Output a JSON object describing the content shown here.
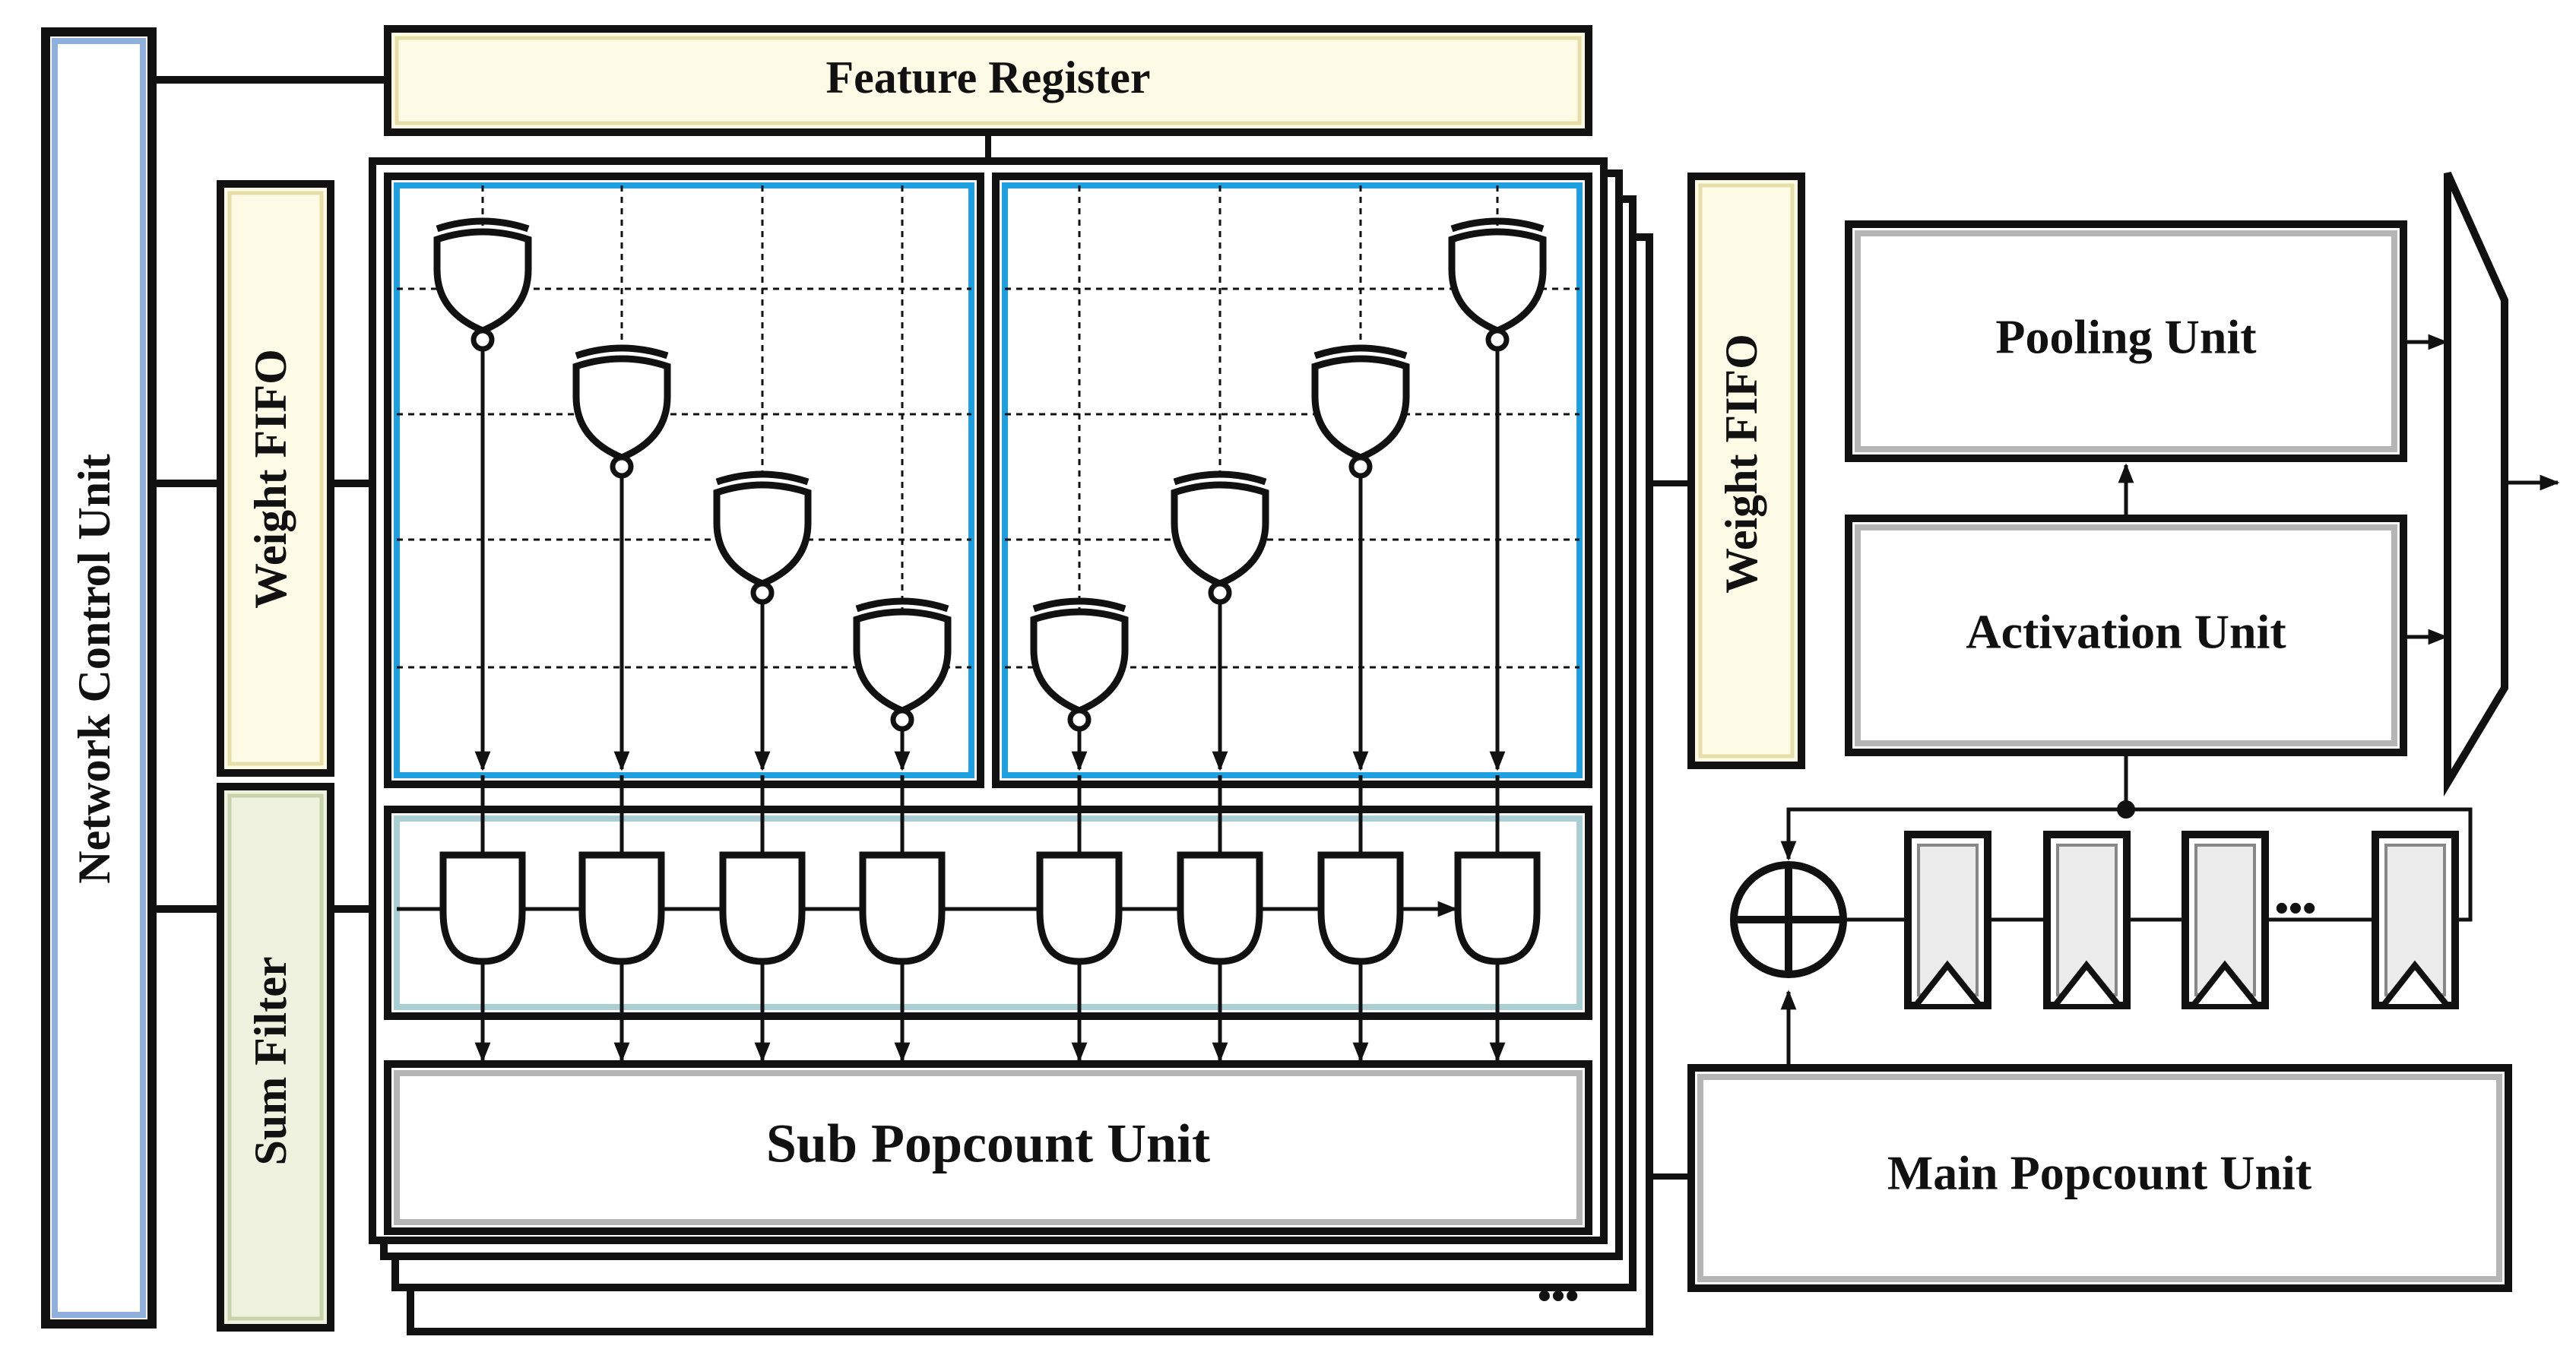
{
  "labels": {
    "network_control_unit": "Network Control Unit",
    "feature_register": "Feature Register",
    "weight_fifo_left": "Weight FIFO",
    "weight_fifo_right": "Weight FIFO",
    "sum_filter": "Sum Filter",
    "sub_popcount_unit": "Sub Popcount Unit",
    "main_popcount_unit": "Main Popcount Unit",
    "pooling_unit": "Pooling Unit",
    "activation_unit": "Activation Unit",
    "stack_ellipsis": "•••",
    "shift_ellipsis": "•••"
  },
  "colors": {
    "network_control_border": "#8fb0dc",
    "feature_register_fill": "#fdfbe6",
    "weight_fifo_fill": "#fdfbe6",
    "sum_filter_fill": "#eef2df",
    "sum_filter_border": "#c8d3ac",
    "xnor_array_border": "#1ea0e0",
    "and_row_border": "#a9cfd4",
    "unit_inner_border": "#b5b5b5",
    "stroke": "#111111"
  },
  "icons": {
    "xnor": "xnor-gate-icon",
    "and": "and-gate-icon",
    "adder": "adder-icon",
    "register": "register-icon",
    "mux": "mux-icon"
  }
}
